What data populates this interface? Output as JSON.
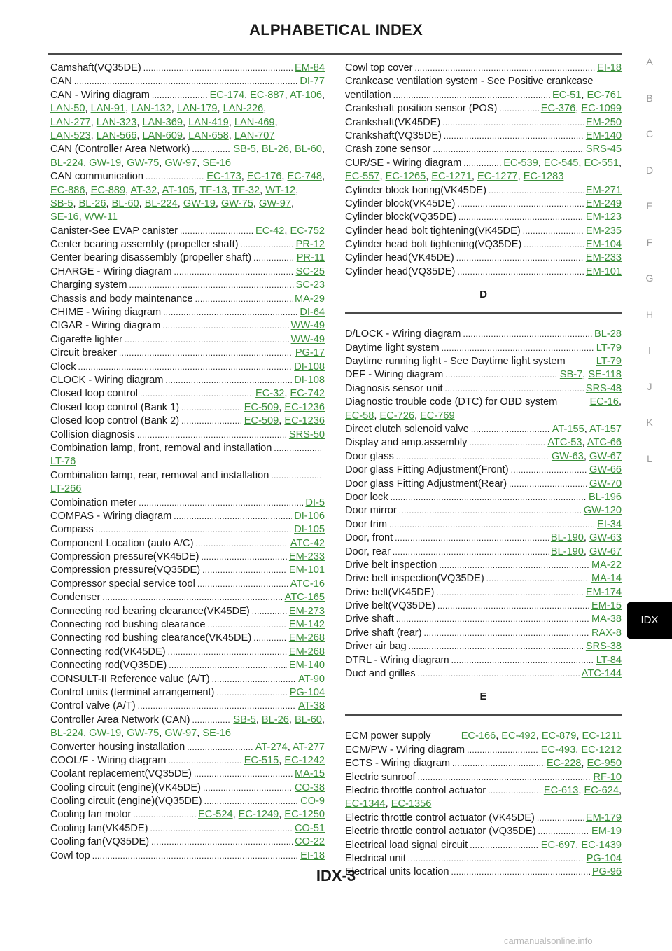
{
  "header": {
    "title": "ALPHABETICAL INDEX"
  },
  "footer": {
    "page": "IDX-3",
    "watermark": "carmanualsonline.info"
  },
  "tabs": [
    "A",
    "B",
    "C",
    "D",
    "E",
    "F",
    "G",
    "H",
    "I",
    "J",
    "K",
    "L",
    "IDX"
  ],
  "active_tab": "IDX",
  "colors": {
    "link": "#3a8f3a",
    "text": "#1a1a1a",
    "tab_active_bg": "#000000",
    "tab_inactive": "#9a9a9a"
  },
  "left_column": [
    {
      "text": "Camshaft(VQ35DE)",
      "refs": [
        "EM-84"
      ]
    },
    {
      "text": "CAN",
      "refs": [
        "DI-77"
      ]
    },
    {
      "text": "CAN - Wiring diagram",
      "refs": [
        "EC-174",
        "EC-887",
        "AT-106"
      ],
      "trail": true
    },
    {
      "cont": [
        "LAN-50",
        "LAN-91",
        "LAN-132",
        "LAN-179",
        "LAN-226"
      ],
      "trail": true
    },
    {
      "cont": [
        "LAN-277",
        "LAN-323",
        "LAN-369",
        "LAN-419",
        "LAN-469"
      ],
      "trail": true
    },
    {
      "cont": [
        "LAN-523",
        "LAN-566",
        "LAN-609",
        "LAN-658",
        "LAN-707"
      ]
    },
    {
      "text": "CAN (Controller Area Network)",
      "refs": [
        "SB-5",
        "BL-26",
        "BL-60"
      ],
      "trail": true
    },
    {
      "cont": [
        "BL-224",
        "GW-19",
        "GW-75",
        "GW-97",
        "SE-16"
      ]
    },
    {
      "text": "CAN communication",
      "refs": [
        "EC-173",
        "EC-176",
        "EC-748"
      ],
      "trail": true
    },
    {
      "cont": [
        "EC-886",
        "EC-889",
        "AT-32",
        "AT-105",
        "TF-13",
        "TF-32",
        "WT-12"
      ],
      "trail": true
    },
    {
      "cont": [
        "SB-5",
        "BL-26",
        "BL-60",
        "BL-224",
        "GW-19",
        "GW-75",
        "GW-97"
      ],
      "trail": true
    },
    {
      "cont": [
        "SE-16",
        "WW-11"
      ]
    },
    {
      "text": "Canister-See EVAP canister",
      "refs": [
        "EC-42",
        "EC-752"
      ]
    },
    {
      "text": "Center bearing assembly (propeller shaft)",
      "refs": [
        "PR-12"
      ]
    },
    {
      "text": "Center bearing disassembly (propeller shaft)",
      "refs": [
        "PR-11"
      ]
    },
    {
      "text": "CHARGE - Wiring diagram",
      "refs": [
        "SC-25"
      ]
    },
    {
      "text": "Charging system",
      "refs": [
        "SC-23"
      ]
    },
    {
      "text": "Chassis and body maintenance",
      "refs": [
        "MA-29"
      ]
    },
    {
      "text": "CHIME - Wiring diagram",
      "refs": [
        "DI-64"
      ]
    },
    {
      "text": "CIGAR - Wiring diagram",
      "refs": [
        "WW-49"
      ]
    },
    {
      "text": "Cigarette lighter",
      "refs": [
        "WW-49"
      ]
    },
    {
      "text": "Circuit breaker",
      "refs": [
        "PG-17"
      ]
    },
    {
      "text": "Clock",
      "refs": [
        "DI-108"
      ]
    },
    {
      "text": "CLOCK - Wiring diagram",
      "refs": [
        "DI-108"
      ]
    },
    {
      "text": "Closed loop control",
      "refs": [
        "EC-32",
        "EC-742"
      ]
    },
    {
      "text": "Closed loop control (Bank 1)",
      "refs": [
        "EC-509",
        "EC-1236"
      ]
    },
    {
      "text": "Closed loop control (Bank 2)",
      "refs": [
        "EC-509",
        "EC-1236"
      ]
    },
    {
      "text": "Collision diagnosis",
      "refs": [
        "SRS-50"
      ]
    },
    {
      "text": "Combination lamp, front, removal and installation",
      "refs": []
    },
    {
      "cont": [
        "LT-76"
      ]
    },
    {
      "text": "Combination lamp, rear, removal and installation",
      "refs": []
    },
    {
      "cont": [
        "LT-266"
      ]
    },
    {
      "text": "Combination meter",
      "refs": [
        "DI-5"
      ]
    },
    {
      "text": "COMPAS - Wiring diagram",
      "refs": [
        "DI-106"
      ]
    },
    {
      "text": "Compass",
      "refs": [
        "DI-105"
      ]
    },
    {
      "text": "Component Location (auto A/C)",
      "refs": [
        "ATC-42"
      ]
    },
    {
      "text": "Compression pressure(VK45DE)",
      "refs": [
        "EM-233"
      ]
    },
    {
      "text": "Compression pressure(VQ35DE)",
      "refs": [
        "EM-101"
      ]
    },
    {
      "text": "Compressor special service tool",
      "refs": [
        "ATC-16"
      ]
    },
    {
      "text": "Condenser",
      "refs": [
        "ATC-165"
      ]
    },
    {
      "text": "Connecting rod bearing clearance(VK45DE)",
      "refs": [
        "EM-273"
      ]
    },
    {
      "text": "Connecting rod bushing clearance",
      "refs": [
        "EM-142"
      ]
    },
    {
      "text": "Connecting rod bushing clearance(VK45DE)",
      "refs": [
        "EM-268"
      ]
    },
    {
      "text": "Connecting rod(VK45DE)",
      "refs": [
        "EM-268"
      ]
    },
    {
      "text": "Connecting rod(VQ35DE)",
      "refs": [
        "EM-140"
      ]
    },
    {
      "text": "CONSULT-II Reference value (A/T)",
      "refs": [
        "AT-90"
      ]
    },
    {
      "text": "Control units (terminal arrangement)",
      "refs": [
        "PG-104"
      ]
    },
    {
      "text": "Control valve (A/T)",
      "refs": [
        "AT-38"
      ]
    },
    {
      "text": "Controller Area Network (CAN)",
      "refs": [
        "SB-5",
        "BL-26",
        "BL-60"
      ],
      "trail": true
    },
    {
      "cont": [
        "BL-224",
        "GW-19",
        "GW-75",
        "GW-97",
        "SE-16"
      ]
    },
    {
      "text": "Converter housing installation",
      "refs": [
        "AT-274",
        "AT-277"
      ]
    },
    {
      "text": "COOL/F - Wiring diagram",
      "refs": [
        "EC-515",
        "EC-1242"
      ]
    },
    {
      "text": "Coolant replacement(VQ35DE)",
      "refs": [
        "MA-15"
      ]
    },
    {
      "text": "Cooling circuit (engine)(VK45DE)",
      "refs": [
        "CO-38"
      ]
    },
    {
      "text": "Cooling circuit (engine)(VQ35DE)",
      "refs": [
        "CO-9"
      ]
    },
    {
      "text": "Cooling fan motor",
      "refs": [
        "EC-524",
        "EC-1249",
        "EC-1250"
      ]
    },
    {
      "text": "Cooling fan(VK45DE)",
      "refs": [
        "CO-51"
      ]
    },
    {
      "text": "Cooling fan(VQ35DE)",
      "refs": [
        "CO-22"
      ]
    },
    {
      "text": "Cowl top",
      "refs": [
        "EI-18"
      ]
    }
  ],
  "right_column": [
    {
      "text": "Cowl top cover",
      "refs": [
        "EI-18"
      ]
    },
    {
      "text": "Crankcase ventilation system - See Positive crankcase",
      "refs": [],
      "nodots": true
    },
    {
      "text": "ventilation",
      "refs": [
        "EC-51",
        "EC-761"
      ]
    },
    {
      "text": "Crankshaft position sensor (POS)",
      "refs": [
        "EC-376",
        "EC-1099"
      ]
    },
    {
      "text": "Crankshaft(VK45DE)",
      "refs": [
        "EM-250"
      ]
    },
    {
      "text": "Crankshaft(VQ35DE)",
      "refs": [
        "EM-140"
      ]
    },
    {
      "text": "Crash zone sensor",
      "refs": [
        "SRS-45"
      ]
    },
    {
      "text": "CUR/SE - Wiring diagram",
      "refs": [
        "EC-539",
        "EC-545",
        "EC-551"
      ],
      "trail": true
    },
    {
      "cont": [
        "EC-557",
        "EC-1265",
        "EC-1271",
        "EC-1277",
        "EC-1283"
      ]
    },
    {
      "text": "Cylinder block boring(VK45DE)",
      "refs": [
        "EM-271"
      ]
    },
    {
      "text": "Cylinder block(VK45DE)",
      "refs": [
        "EM-249"
      ]
    },
    {
      "text": "Cylinder block(VQ35DE)",
      "refs": [
        "EM-123"
      ]
    },
    {
      "text": "Cylinder head bolt tightening(VK45DE)",
      "refs": [
        "EM-235"
      ]
    },
    {
      "text": "Cylinder head bolt tightening(VQ35DE)",
      "refs": [
        "EM-104"
      ]
    },
    {
      "text": "Cylinder head(VK45DE)",
      "refs": [
        "EM-233"
      ]
    },
    {
      "text": "Cylinder head(VQ35DE)",
      "refs": [
        "EM-101"
      ]
    },
    {
      "section": "D"
    },
    {
      "text": "D/LOCK - Wiring diagram",
      "refs": [
        "BL-28"
      ]
    },
    {
      "text": "Daytime light system",
      "refs": [
        "LT-79"
      ]
    },
    {
      "text": "Daytime running light - See Daytime light system",
      "refs": [
        "LT-79"
      ],
      "nodots": true
    },
    {
      "text": "DEF - Wiring diagram",
      "refs": [
        "SB-7",
        "SE-118"
      ]
    },
    {
      "text": "Diagnosis sensor unit",
      "refs": [
        "SRS-48"
      ]
    },
    {
      "text": "Diagnostic trouble code (DTC) for OBD system",
      "refs": [
        "EC-16"
      ],
      "trail": true,
      "nodots": true
    },
    {
      "cont": [
        "EC-58",
        "EC-726",
        "EC-769"
      ]
    },
    {
      "text": "Direct clutch solenoid valve",
      "refs": [
        "AT-155",
        "AT-157"
      ]
    },
    {
      "text": "Display and amp.assembly",
      "refs": [
        "ATC-53",
        "ATC-66"
      ]
    },
    {
      "text": "Door glass",
      "refs": [
        "GW-63",
        "GW-67"
      ]
    },
    {
      "text": "Door glass Fitting Adjustment(Front)",
      "refs": [
        "GW-66"
      ]
    },
    {
      "text": "Door glass Fitting Adjustment(Rear)",
      "refs": [
        "GW-70"
      ]
    },
    {
      "text": "Door lock",
      "refs": [
        "BL-196"
      ]
    },
    {
      "text": "Door mirror",
      "refs": [
        "GW-120"
      ]
    },
    {
      "text": "Door trim",
      "refs": [
        "EI-34"
      ]
    },
    {
      "text": "Door, front",
      "refs": [
        "BL-190",
        "GW-63"
      ]
    },
    {
      "text": "Door, rear",
      "refs": [
        "BL-190",
        "GW-67"
      ]
    },
    {
      "text": "Drive belt inspection",
      "refs": [
        "MA-22"
      ]
    },
    {
      "text": "Drive belt inspection(VQ35DE)",
      "refs": [
        "MA-14"
      ]
    },
    {
      "text": "Drive belt(VK45DE)",
      "refs": [
        "EM-174"
      ]
    },
    {
      "text": "Drive belt(VQ35DE)",
      "refs": [
        "EM-15"
      ]
    },
    {
      "text": "Drive shaft",
      "refs": [
        "MA-38"
      ]
    },
    {
      "text": "Drive shaft (rear)",
      "refs": [
        "RAX-8"
      ]
    },
    {
      "text": "Driver air bag",
      "refs": [
        "SRS-38"
      ]
    },
    {
      "text": "DTRL - Wiring diagram",
      "refs": [
        "LT-84"
      ]
    },
    {
      "text": "Duct and grilles",
      "refs": [
        "ATC-144"
      ]
    },
    {
      "section": "E"
    },
    {
      "text": "ECM power supply",
      "refs": [
        "EC-166",
        "EC-492",
        "EC-879",
        "EC-1211"
      ],
      "nodots": true
    },
    {
      "text": "ECM/PW - Wiring diagram",
      "refs": [
        "EC-493",
        "EC-1212"
      ]
    },
    {
      "text": "ECTS - Wiring diagram",
      "refs": [
        "EC-228",
        "EC-950"
      ]
    },
    {
      "text": "Electric sunroof",
      "refs": [
        "RF-10"
      ]
    },
    {
      "text": "Electric throttle control actuator",
      "refs": [
        "EC-613",
        "EC-624"
      ],
      "trail": true
    },
    {
      "cont": [
        "EC-1344",
        "EC-1356"
      ]
    },
    {
      "text": "Electric throttle control actuator (VK45DE)",
      "refs": [
        "EM-179"
      ]
    },
    {
      "text": "Electric throttle control actuator (VQ35DE)",
      "refs": [
        "EM-19"
      ]
    },
    {
      "text": "Electrical load signal circuit",
      "refs": [
        "EC-697",
        "EC-1439"
      ]
    },
    {
      "text": "Electrical unit",
      "refs": [
        "PG-104"
      ]
    },
    {
      "text": "Electrical units location",
      "refs": [
        "PG-96"
      ]
    }
  ]
}
